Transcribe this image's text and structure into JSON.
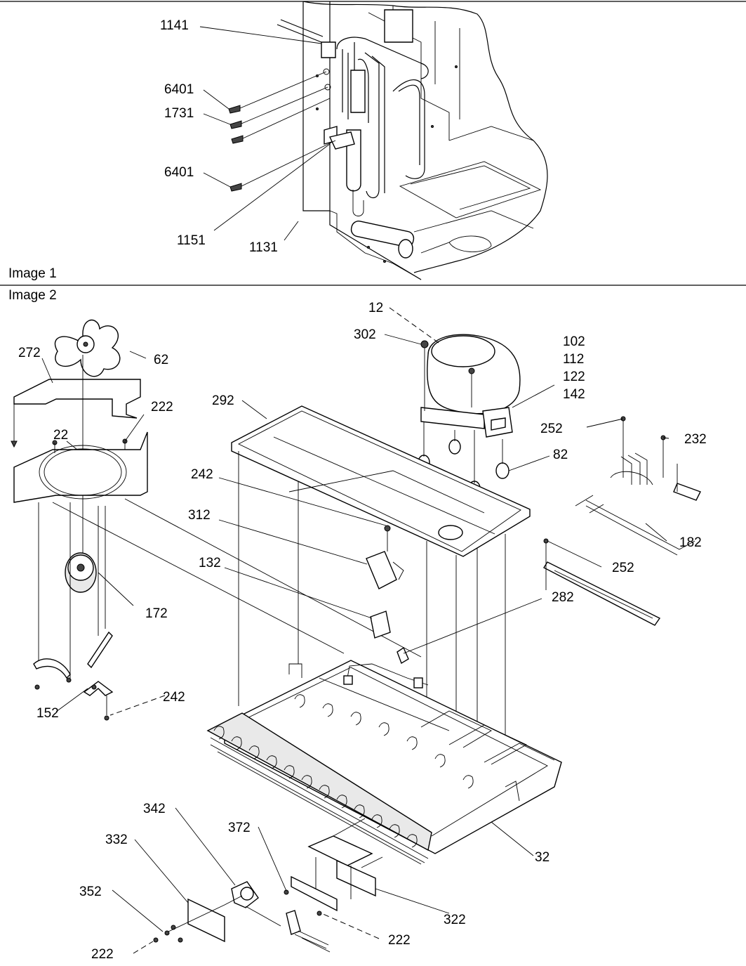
{
  "captions": {
    "image1": "Image 1",
    "image2": "Image 2"
  },
  "callouts_image1": [
    {
      "id": "c1141",
      "text": "1141"
    },
    {
      "id": "c6401a",
      "text": "6401"
    },
    {
      "id": "c1731",
      "text": "1731"
    },
    {
      "id": "c6401b",
      "text": "6401"
    },
    {
      "id": "c1151",
      "text": "1151"
    },
    {
      "id": "c1131",
      "text": "1131"
    }
  ],
  "callouts_image2": [
    {
      "id": "c12",
      "text": "12"
    },
    {
      "id": "c302",
      "text": "302"
    },
    {
      "id": "c102",
      "text": "102"
    },
    {
      "id": "c112",
      "text": "112"
    },
    {
      "id": "c122",
      "text": "122"
    },
    {
      "id": "c142",
      "text": "142"
    },
    {
      "id": "c62",
      "text": "62"
    },
    {
      "id": "c272",
      "text": "272"
    },
    {
      "id": "c222a",
      "text": "222"
    },
    {
      "id": "c22",
      "text": "22"
    },
    {
      "id": "c292",
      "text": "292"
    },
    {
      "id": "c252a",
      "text": "252"
    },
    {
      "id": "c232",
      "text": "232"
    },
    {
      "id": "c82",
      "text": "82"
    },
    {
      "id": "c242a",
      "text": "242"
    },
    {
      "id": "c312",
      "text": "312"
    },
    {
      "id": "c182",
      "text": "182"
    },
    {
      "id": "c132",
      "text": "132"
    },
    {
      "id": "c252b",
      "text": "252"
    },
    {
      "id": "c282",
      "text": "282"
    },
    {
      "id": "c172",
      "text": "172"
    },
    {
      "id": "c242b",
      "text": "242"
    },
    {
      "id": "c152",
      "text": "152"
    },
    {
      "id": "c342",
      "text": "342"
    },
    {
      "id": "c372",
      "text": "372"
    },
    {
      "id": "c332",
      "text": "332"
    },
    {
      "id": "c32",
      "text": "32"
    },
    {
      "id": "c352",
      "text": "352"
    },
    {
      "id": "c322",
      "text": "322"
    },
    {
      "id": "c222b",
      "text": "222"
    },
    {
      "id": "c222c",
      "text": "222"
    }
  ]
}
